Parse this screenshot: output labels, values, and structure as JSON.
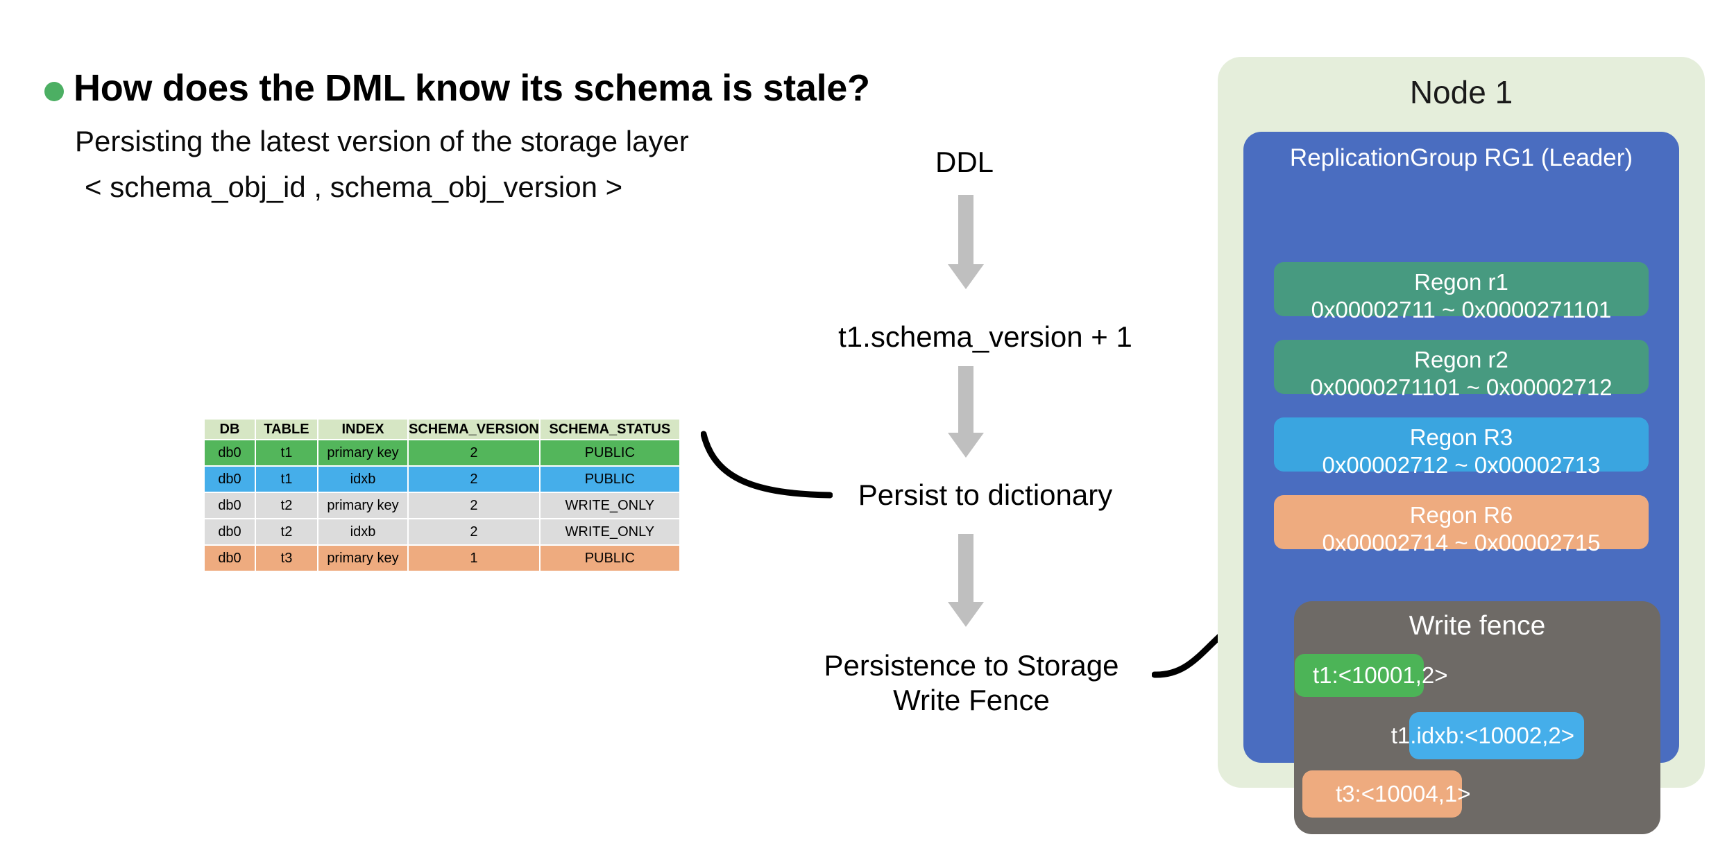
{
  "slide": {
    "headline": "How does the DML know its schema is stale?",
    "subline_1": "Persisting the latest version of the storage layer",
    "subline_2": "< schema_obj_id , schema_obj_version >",
    "bullet_color": "#4CAF63"
  },
  "dictionary_table": {
    "columns": [
      "DB",
      "TABLE",
      "INDEX",
      "SCHEMA_VERSION",
      "SCHEMA_STATUS"
    ],
    "header_bg": "#d6e6c4",
    "rows": [
      {
        "db": "db0",
        "table": "t1",
        "index": "primary key",
        "schema_version": "2",
        "schema_status": "PUBLIC",
        "color": "#53b65b"
      },
      {
        "db": "db0",
        "table": "t1",
        "index": "idxb",
        "schema_version": "2",
        "schema_status": "PUBLIC",
        "color": "#45AEEA"
      },
      {
        "db": "db0",
        "table": "t2",
        "index": "primary key",
        "schema_version": "2",
        "schema_status": "WRITE_ONLY",
        "color": "#dcdcdc"
      },
      {
        "db": "db0",
        "table": "t2",
        "index": "idxb",
        "schema_version": "2",
        "schema_status": "WRITE_ONLY",
        "color": "#dcdcdc"
      },
      {
        "db": "db0",
        "table": "t3",
        "index": "primary key",
        "schema_version": "1",
        "schema_status": "PUBLIC",
        "color": "#eeab7f"
      }
    ]
  },
  "flow": {
    "arrow_color": "#bfbfbf",
    "steps": [
      {
        "label": "DDL"
      },
      {
        "label": "t1.schema_version + 1"
      },
      {
        "label": "Persist to dictionary"
      },
      {
        "label": "Persistence to Storage",
        "label_line2": "Write Fence"
      }
    ],
    "step_ddl": "DDL",
    "step_version": "t1.schema_version + 1",
    "step_persist": "Persist to dictionary",
    "step_storage_line1": "Persistence to Storage",
    "step_storage_line2": "Write Fence"
  },
  "node": {
    "title": "Node 1",
    "panel_bg": "#e5eedb",
    "replication_group": {
      "title": "ReplicationGroup RG1 (Leader)",
      "bg": "#4a6dc0",
      "regions": [
        {
          "name": "Regon r1",
          "range": "0x00002711 ~ 0x0000271101",
          "color": "#479a80"
        },
        {
          "name": "Regon r2",
          "range": "0x0000271101 ~ 0x00002712",
          "color": "#479a80"
        },
        {
          "name": "Regon R3",
          "range": "0x00002712 ~ 0x00002713",
          "color": "#3aa5e0"
        },
        {
          "name": "Regon R6",
          "range": "0x00002714 ~ 0x00002715",
          "color": "#eeab7f"
        }
      ],
      "write_fence": {
        "title": "Write fence",
        "bg": "#6e6a66",
        "chips": [
          {
            "label": "t1:<10001,2>",
            "color": "#4cb457"
          },
          {
            "label": "t1.idxb:<10002,2>",
            "color": "#45AEEA"
          },
          {
            "label": "t3:<10004,1>",
            "color": "#eeab7f"
          }
        ]
      }
    }
  }
}
